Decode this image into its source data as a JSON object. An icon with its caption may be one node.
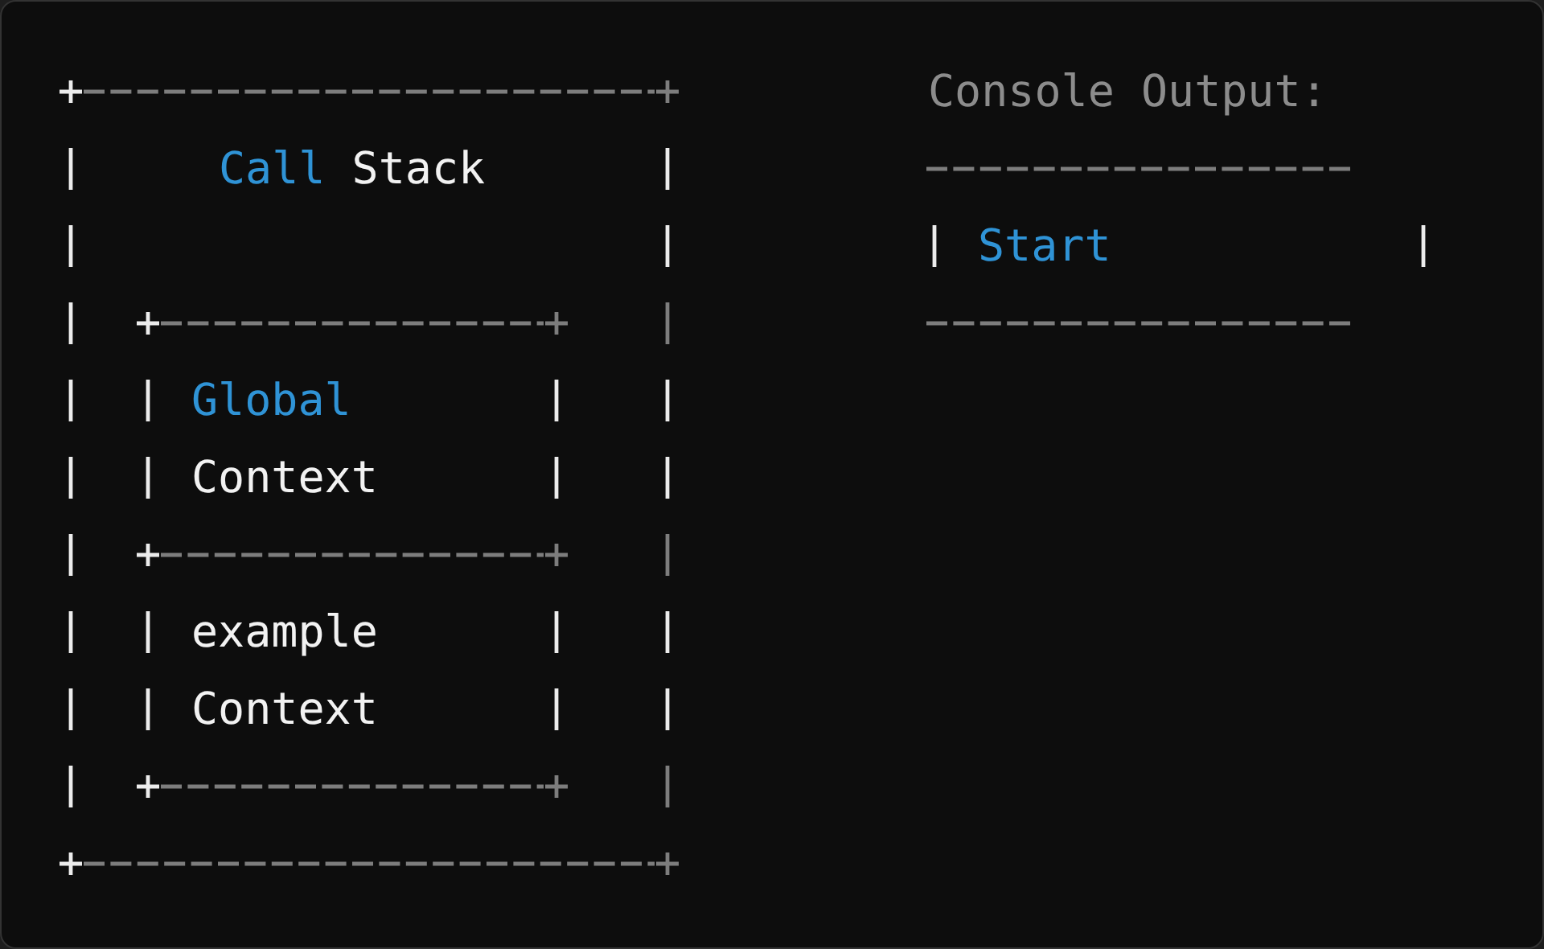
{
  "diagram": {
    "nodes": [
      {
        "text": [
          "Call Stack"
        ]
      },
      {
        "text": [
          "Global Context"
        ],
        "in": 0
      },
      {
        "text": [
          "example Context"
        ],
        "in": 0
      },
      {
        "text": [
          "Console Output:",
          "Start"
        ]
      }
    ]
  }
}
